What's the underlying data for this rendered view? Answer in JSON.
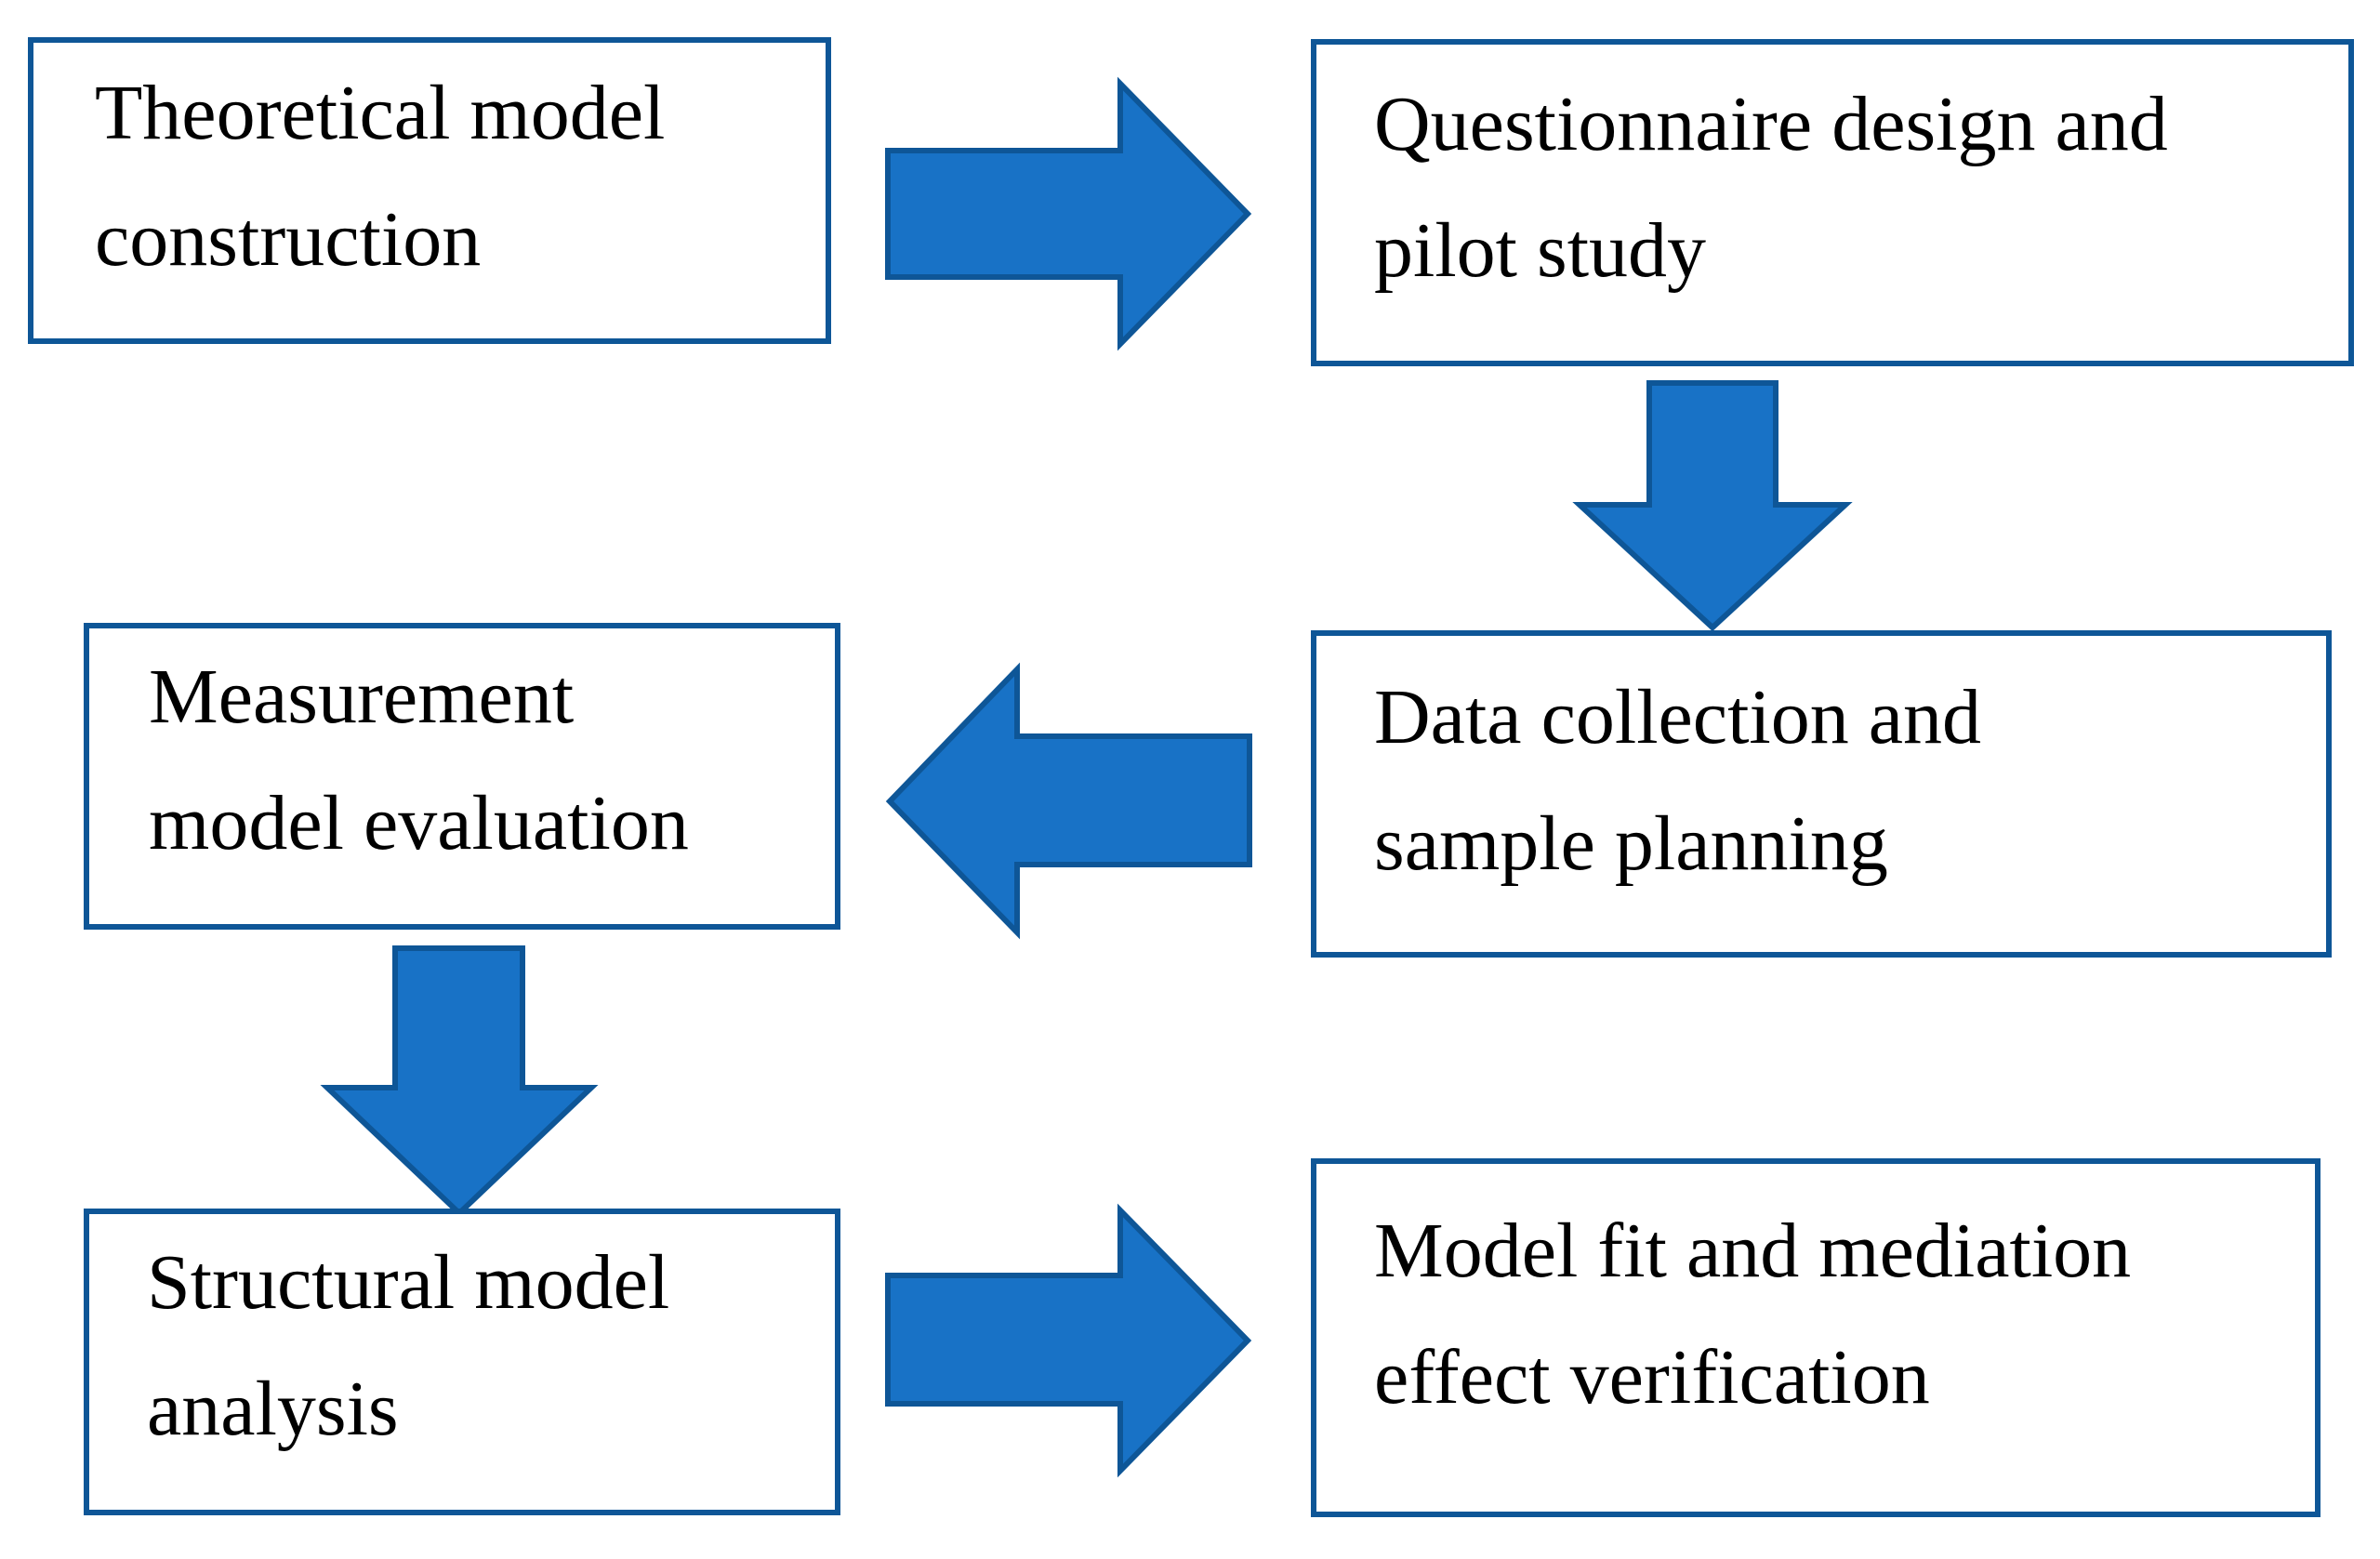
{
  "steps": [
    {
      "id": "step1",
      "line1": "Theoretical model",
      "line2": "construction"
    },
    {
      "id": "step2",
      "line1": "Questionnaire design and",
      "line2": "pilot study"
    },
    {
      "id": "step3",
      "line1": "Data collection and",
      "line2": "sample planning"
    },
    {
      "id": "step4",
      "line1": "Measurement",
      "line2": "model evaluation"
    },
    {
      "id": "step5",
      "line1": "Structural model",
      "line2": "analysis"
    },
    {
      "id": "step6",
      "line1": "Model fit and mediation",
      "line2": "effect verification"
    }
  ],
  "flow": [
    {
      "from": "step1",
      "to": "step2",
      "direction": "right"
    },
    {
      "from": "step2",
      "to": "step3",
      "direction": "down"
    },
    {
      "from": "step3",
      "to": "step4",
      "direction": "left"
    },
    {
      "from": "step4",
      "to": "step5",
      "direction": "down"
    },
    {
      "from": "step5",
      "to": "step6",
      "direction": "right"
    }
  ],
  "colors": {
    "border": "#0E5697",
    "arrow_fill": "#1872C6",
    "text": "#000000",
    "background": "#ffffff"
  }
}
